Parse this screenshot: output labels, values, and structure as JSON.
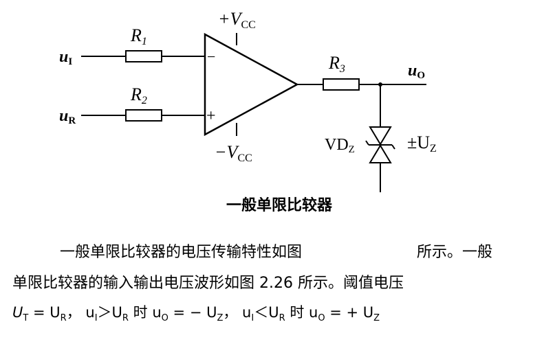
{
  "circuit": {
    "labels": {
      "input_u": "u",
      "input_u_sub": "I",
      "ref_u": "u",
      "ref_u_sub": "R",
      "r1": "R",
      "r1_sub": "1",
      "r2": "R",
      "r2_sub": "2",
      "r3": "R",
      "r3_sub": "3",
      "vcc_pos": "+V",
      "vcc_pos_sub": "CC",
      "vcc_neg": "−V",
      "vcc_neg_sub": "CC",
      "inverting": "−",
      "noninverting": "+",
      "out_u": "u",
      "out_u_sub": "O",
      "diode": "VD",
      "diode_sub": "Z",
      "zener_v": "±U",
      "zener_v_sub": "Z"
    },
    "caption": "一般单限比较器"
  },
  "paragraph": {
    "line1_a": "一般单限比较器的电压传输特性如图",
    "line1_b": "所示。一般",
    "line2": "单限比较器的输入输出电压波形如图 2.26 所示。阈值电压",
    "line3": "U",
    "line3_sub_t": "T",
    "line3_b": " = U",
    "line3_sub_r": "R",
    "line3_c": "， u",
    "line3_sub_i": "I",
    "line3_d": "＞U",
    "line3_sub_r2": "R",
    "line3_e": " 时 u",
    "line3_sub_o": "O",
    "line3_f": " = − U",
    "line3_sub_z": "Z",
    "line3_g": "， u",
    "line3_sub_i2": "I",
    "line3_h": "＜U",
    "line3_sub_r3": "R",
    "line3_i": " 时 u",
    "line3_sub_o2": "O",
    "line3_j": " = + U",
    "line3_sub_z2": "Z"
  }
}
